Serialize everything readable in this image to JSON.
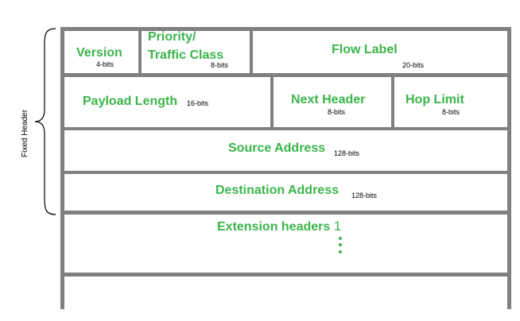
{
  "diagram": {
    "side_label": "Fixed Header",
    "colors": {
      "field_text": "#3ab54a",
      "bits_text": "#000000",
      "border": "#808080"
    },
    "row1": {
      "version": {
        "label": "Version",
        "bits": "4-bits"
      },
      "priority": {
        "label_line1": "Priority/",
        "label_line2": "Traffic Class",
        "bits": "8-bits"
      },
      "flow_label": {
        "label": "Flow Label",
        "bits": "20-bits"
      }
    },
    "row2": {
      "payload_length": {
        "label": "Payload Length",
        "bits": "16-bits"
      },
      "next_header": {
        "label": "Next Header",
        "bits": "8-bits"
      },
      "hop_limit": {
        "label": "Hop Limit",
        "bits": "8-bits"
      }
    },
    "source_address": {
      "label": "Source Address",
      "bits": "128-bits"
    },
    "destination_address": {
      "label": "Destination Address",
      "bits": "128-bits"
    },
    "extension_headers": {
      "label": "Extension headers",
      "number": "1"
    }
  }
}
